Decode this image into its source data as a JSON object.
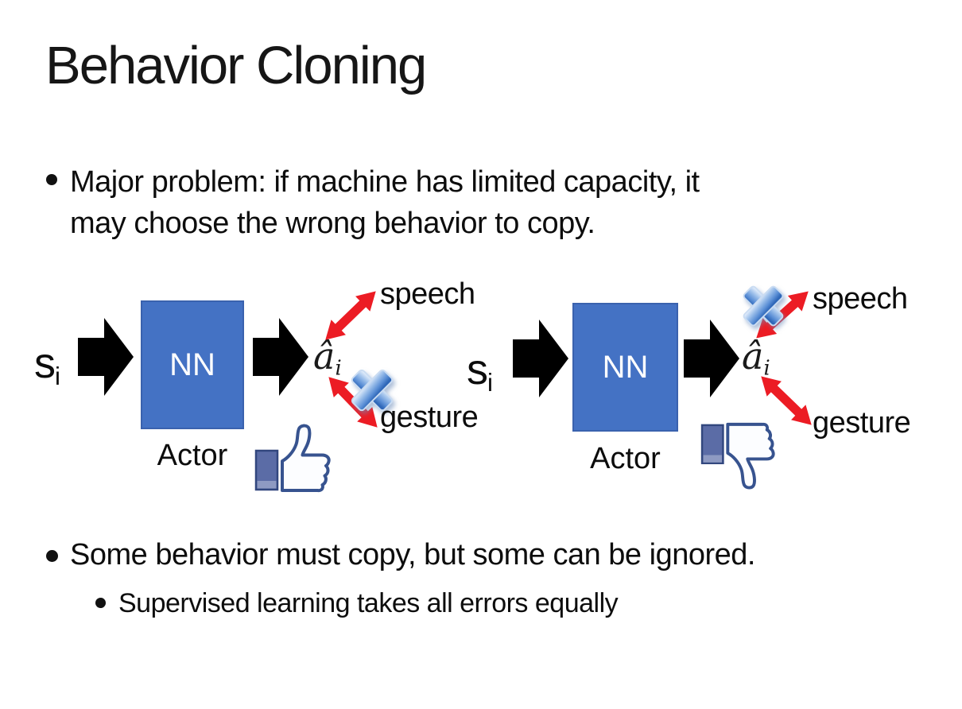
{
  "slide_title": "Behavior Cloning",
  "bullet_marker": "•",
  "bullet_major": {
    "line1": "Major problem: if machine has limited capacity, it",
    "line2": "may choose the wrong behavior to copy."
  },
  "bullet_some": "Some behavior must copy, but some can be ignored.",
  "bullet_supervised": "Supervised learning takes all errors equally",
  "left": {
    "input": "s",
    "input_sub": "i",
    "nn": "NN",
    "output": "â",
    "output_sub": "i",
    "speech": "speech",
    "gesture": "gesture",
    "actor": "Actor",
    "cross_icon_on": "gesture",
    "feedback_icon": "thumbs-up"
  },
  "right": {
    "input": "s",
    "input_sub": "i",
    "nn": "NN",
    "output": "â",
    "output_sub": "i",
    "speech": "speech",
    "gesture": "gesture",
    "actor": "Actor",
    "cross_icon_on": "speech",
    "feedback_icon": "thumbs-down"
  },
  "colors": {
    "nn_box_fill": "#4472C4",
    "nn_box_border": "#3A62AE",
    "flow_arrow_black": "#000000",
    "relation_arrow_red": "#EC1C24",
    "cross_blue": "#4A86D8",
    "thumb_outline_navy": "#37538F",
    "thumb_cuff_fill": "#5B6CA6"
  }
}
